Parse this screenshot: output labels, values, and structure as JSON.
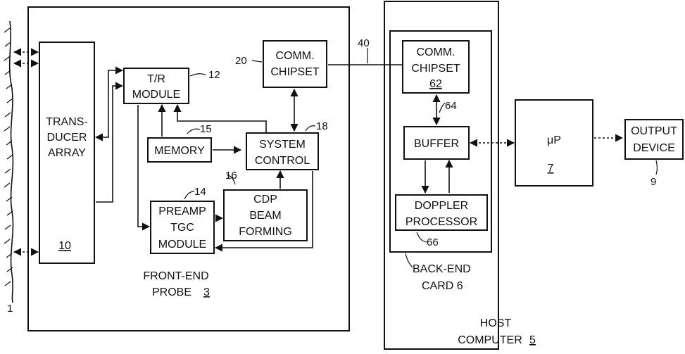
{
  "refs": {
    "skin": "1",
    "transducer": "10",
    "tr": "12",
    "preamp": "14",
    "memory": "15",
    "cdp": "16",
    "system_control": "18",
    "comm_front": "20",
    "link": "40",
    "buffer": "64",
    "comm_back": "62",
    "doppler": "66",
    "up": "7",
    "output": "9"
  },
  "front_end": {
    "label_line1": "FRONT-END",
    "label_line2": "PROBE",
    "label_num": "3",
    "transducer": {
      "line1": "TRANS-",
      "line2": "DUCER",
      "line3": "ARRAY"
    },
    "tr_module": {
      "line1": "T/R",
      "line2": "MODULE"
    },
    "memory": {
      "label": "MEMORY"
    },
    "system_control": {
      "line1": "SYSTEM",
      "line2": "CONTROL"
    },
    "comm_chipset": {
      "line1": "COMM.",
      "line2": "CHIPSET"
    },
    "preamp": {
      "line1": "PREAMP",
      "line2": "TGC",
      "line3": "MODULE"
    },
    "cdp": {
      "line1": "CDP",
      "line2": "BEAM",
      "line3": "FORMING"
    }
  },
  "host": {
    "label_line1": "HOST",
    "label_line2": "COMPUTER",
    "label_num": "5",
    "back_end": {
      "label_line1": "BACK-END",
      "label_line2": "CARD 6"
    },
    "comm_chipset": {
      "line1": "COMM.",
      "line2": "CHIPSET"
    },
    "buffer": {
      "label": "BUFFER"
    },
    "doppler": {
      "line1": "DOPPLER",
      "line2": "PROCESSOR"
    },
    "up": {
      "label": "μP"
    }
  },
  "output_device": {
    "line1": "OUTPUT",
    "line2": "DEVICE"
  }
}
